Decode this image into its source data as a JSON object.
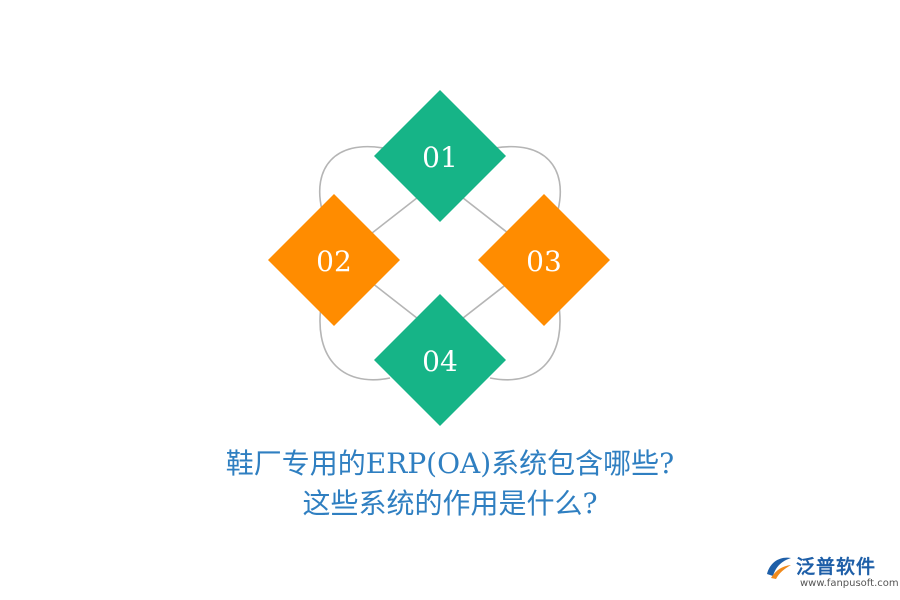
{
  "diagram": {
    "nodes": [
      {
        "label": "01",
        "color": "#16b487"
      },
      {
        "label": "02",
        "color": "#ff8c00"
      },
      {
        "label": "03",
        "color": "#ff8c00"
      },
      {
        "label": "04",
        "color": "#16b487"
      }
    ],
    "ring_color": "#b5b5b5"
  },
  "title": {
    "line1": "鞋厂专用的ERP(OA)系统包含哪些?",
    "line2": "这些系统的作用是什么?",
    "color": "#2f7fc1"
  },
  "logo": {
    "name": "泛普软件",
    "url": "www.fanpusoft.com",
    "icon": "fanpu-logo-icon"
  }
}
